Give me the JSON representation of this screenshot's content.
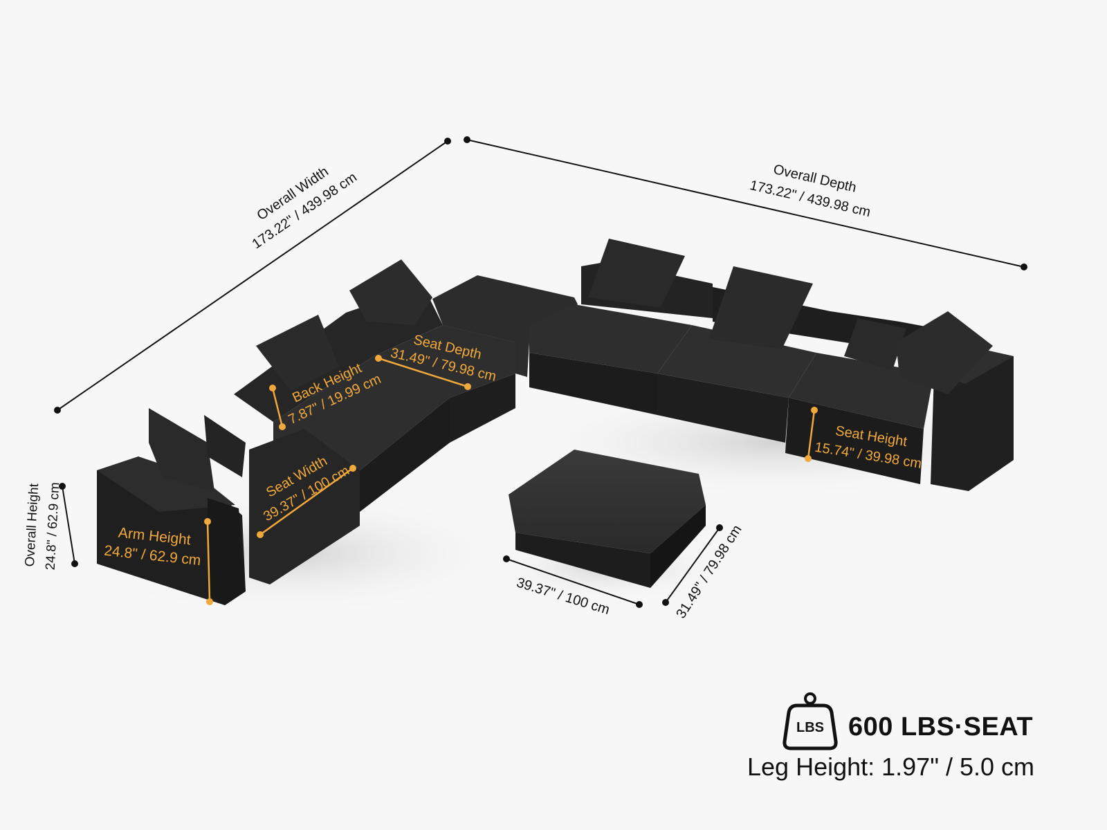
{
  "dimensions": {
    "overall_width": {
      "title": "Overall Width",
      "value": "173.22\" / 439.98 cm"
    },
    "overall_depth": {
      "title": "Overall Depth",
      "value": "173.22\" / 439.98 cm"
    },
    "overall_height": {
      "title": "Overall Height",
      "value": "24.8\" / 62.9 cm"
    },
    "arm_height": {
      "title": "Arm Height",
      "value": "24.8\" / 62.9 cm"
    },
    "seat_width": {
      "title": "Seat Width",
      "value": "39.37\" / 100 cm"
    },
    "back_height": {
      "title": "Back Height",
      "value": "7.87\" / 19.99 cm"
    },
    "seat_depth": {
      "title": "Seat Depth",
      "value": "31.49\" / 79.98 cm"
    },
    "seat_height": {
      "title": "Seat Height",
      "value": "15.74\" / 39.98 cm"
    },
    "ottoman_width": {
      "value": "39.37\" / 100 cm"
    },
    "ottoman_depth": {
      "value": "31.49\" / 79.98 cm"
    }
  },
  "capacity": {
    "icon_label": "LBS",
    "weight": "600 LBS·SEAT",
    "leg_height": "Leg Height: 1.97\" / 5.0 cm"
  },
  "colors": {
    "accent": "#f2a93b",
    "sofa": "#222222",
    "line": "#111111"
  }
}
